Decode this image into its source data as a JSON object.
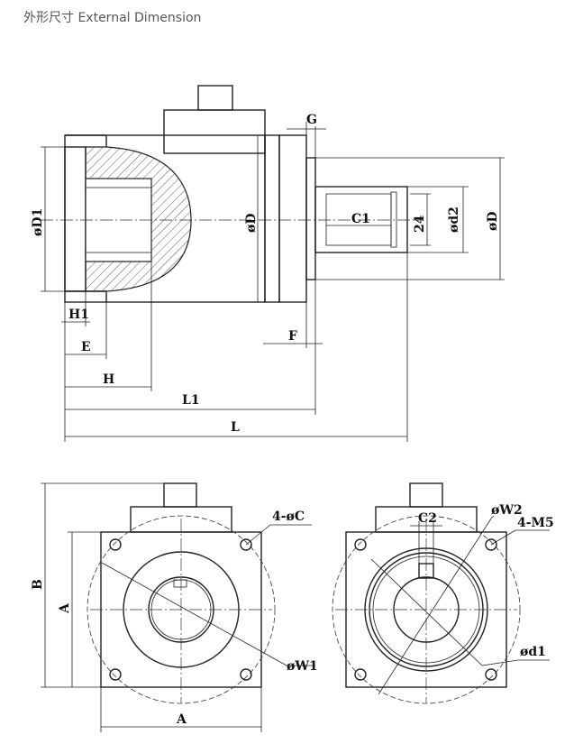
{
  "title": "外形尺寸 External Dimension",
  "labels": {
    "G": "G",
    "D1": "øD1",
    "D_body": "øD",
    "C1": "C1",
    "key24": "24",
    "d2": "ød2",
    "D_flange": "øD",
    "H1": "H1",
    "E": "E",
    "F": "F",
    "H": "H",
    "L1": "L1",
    "L": "L",
    "B": "B",
    "A_vert": "A",
    "A_horiz": "A",
    "C4": "4-øC",
    "W1": "øW1",
    "W2": "øW2",
    "C2": "C2",
    "M5": "4-M5",
    "d1": "ød1"
  }
}
